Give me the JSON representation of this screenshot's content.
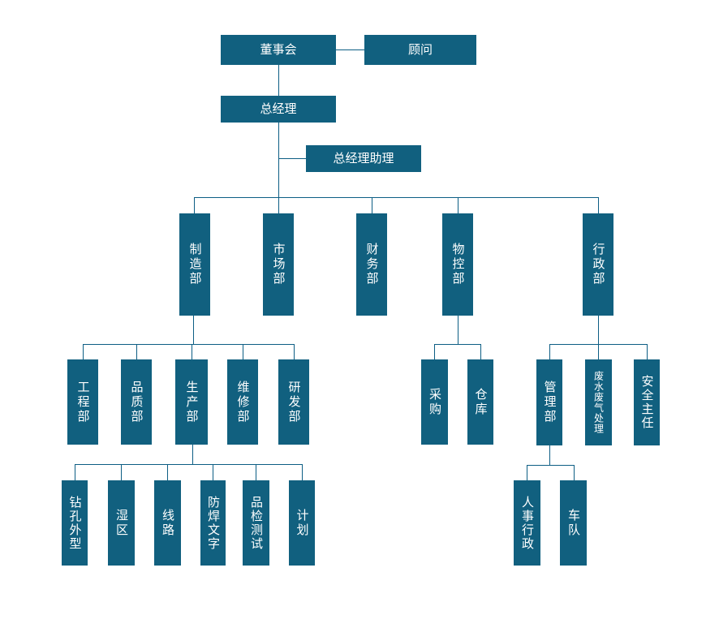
{
  "diagram": {
    "type": "org-chart",
    "colors": {
      "node_fill": "#11607F",
      "node_text": "#FFFFFF",
      "connector": "#0D5E84",
      "background": "#FFFFFF"
    },
    "nodes": {
      "board": {
        "label": "董事会"
      },
      "advisor": {
        "label": "顾问"
      },
      "gm": {
        "label": "总经理"
      },
      "gm_assistant": {
        "label": "总经理助理"
      },
      "manufacturing": {
        "label": "制造部"
      },
      "marketing": {
        "label": "市场部"
      },
      "finance": {
        "label": "财务部"
      },
      "material_control": {
        "label": "物控部"
      },
      "administration": {
        "label": "行政部"
      },
      "engineering": {
        "label": "工程部"
      },
      "quality": {
        "label": "品质部"
      },
      "production": {
        "label": "生产部"
      },
      "maintenance": {
        "label": "维修部"
      },
      "rnd": {
        "label": "研发部"
      },
      "purchasing": {
        "label": "采购"
      },
      "warehouse": {
        "label": "仓库"
      },
      "management": {
        "label": "管理部"
      },
      "waste_treatment": {
        "label": "废水废气处理"
      },
      "safety_officer": {
        "label": "安全主任"
      },
      "drilling_profile": {
        "label": "钻孔外型"
      },
      "wet_area": {
        "label": "湿区"
      },
      "circuit": {
        "label": "线路"
      },
      "solder_mask": {
        "label": "防焊文字"
      },
      "inspection_testing": {
        "label": "品检测试"
      },
      "planning": {
        "label": "计划"
      },
      "hr_admin": {
        "label": "人事行政"
      },
      "fleet": {
        "label": "车队"
      }
    },
    "hierarchy": [
      {
        "id": "board",
        "parent": null,
        "relation": "root"
      },
      {
        "id": "advisor",
        "parent": "board",
        "relation": "peer"
      },
      {
        "id": "gm",
        "parent": "board",
        "relation": "child"
      },
      {
        "id": "gm_assistant",
        "parent": "gm",
        "relation": "staff"
      },
      {
        "id": "manufacturing",
        "parent": "gm",
        "relation": "child"
      },
      {
        "id": "marketing",
        "parent": "gm",
        "relation": "child"
      },
      {
        "id": "finance",
        "parent": "gm",
        "relation": "child"
      },
      {
        "id": "material_control",
        "parent": "gm",
        "relation": "child"
      },
      {
        "id": "administration",
        "parent": "gm",
        "relation": "child"
      },
      {
        "id": "engineering",
        "parent": "manufacturing",
        "relation": "child"
      },
      {
        "id": "quality",
        "parent": "manufacturing",
        "relation": "child"
      },
      {
        "id": "production",
        "parent": "manufacturing",
        "relation": "child"
      },
      {
        "id": "maintenance",
        "parent": "manufacturing",
        "relation": "child"
      },
      {
        "id": "rnd",
        "parent": "manufacturing",
        "relation": "child"
      },
      {
        "id": "drilling_profile",
        "parent": "production",
        "relation": "child"
      },
      {
        "id": "wet_area",
        "parent": "production",
        "relation": "child"
      },
      {
        "id": "circuit",
        "parent": "production",
        "relation": "child"
      },
      {
        "id": "solder_mask",
        "parent": "production",
        "relation": "child"
      },
      {
        "id": "inspection_testing",
        "parent": "production",
        "relation": "child"
      },
      {
        "id": "planning",
        "parent": "production",
        "relation": "child"
      },
      {
        "id": "purchasing",
        "parent": "material_control",
        "relation": "child"
      },
      {
        "id": "warehouse",
        "parent": "material_control",
        "relation": "child"
      },
      {
        "id": "management",
        "parent": "administration",
        "relation": "child"
      },
      {
        "id": "waste_treatment",
        "parent": "administration",
        "relation": "child"
      },
      {
        "id": "safety_officer",
        "parent": "administration",
        "relation": "child"
      },
      {
        "id": "hr_admin",
        "parent": "management",
        "relation": "child"
      },
      {
        "id": "fleet",
        "parent": "management",
        "relation": "child"
      }
    ]
  }
}
